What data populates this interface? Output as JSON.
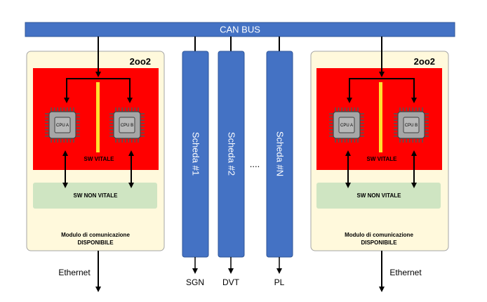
{
  "can_bus": {
    "label": "CAN BUS",
    "color": "#4472c4"
  },
  "modules": [
    {
      "badge": "2oo2",
      "cpu_a": "CPU A",
      "cpu_b": "CPU B",
      "sw_vitale": "SW VITALE",
      "sw_non_vitale": "SW NON VITALE",
      "comm_line1": "Modulo di comunicazione",
      "comm_line2": "DISPONIBILE",
      "output": "Ethernet"
    },
    {
      "badge": "2oo2",
      "cpu_a": "CPU A",
      "cpu_b": "CPU B",
      "sw_vitale": "SW VITALE",
      "sw_non_vitale": "SW NON VITALE",
      "comm_line1": "Modulo di comunicazione",
      "comm_line2": "DISPONIBILE",
      "output": "Ethernet"
    }
  ],
  "boards": [
    {
      "label": "Scheda #1",
      "output": "SGN"
    },
    {
      "label": "Scheda #2",
      "output": "DVT"
    },
    {
      "label": "Scheda #N",
      "output": "PL"
    }
  ],
  "ellipsis": "....",
  "colors": {
    "module_bg": "#fff9dc",
    "vital_red": "#ff0000",
    "divider_yellow": "#ffe030",
    "non_vital_green": "#cfe5c2",
    "cpu_grey": "#a6a6a6",
    "board_blue": "#4472c4"
  }
}
